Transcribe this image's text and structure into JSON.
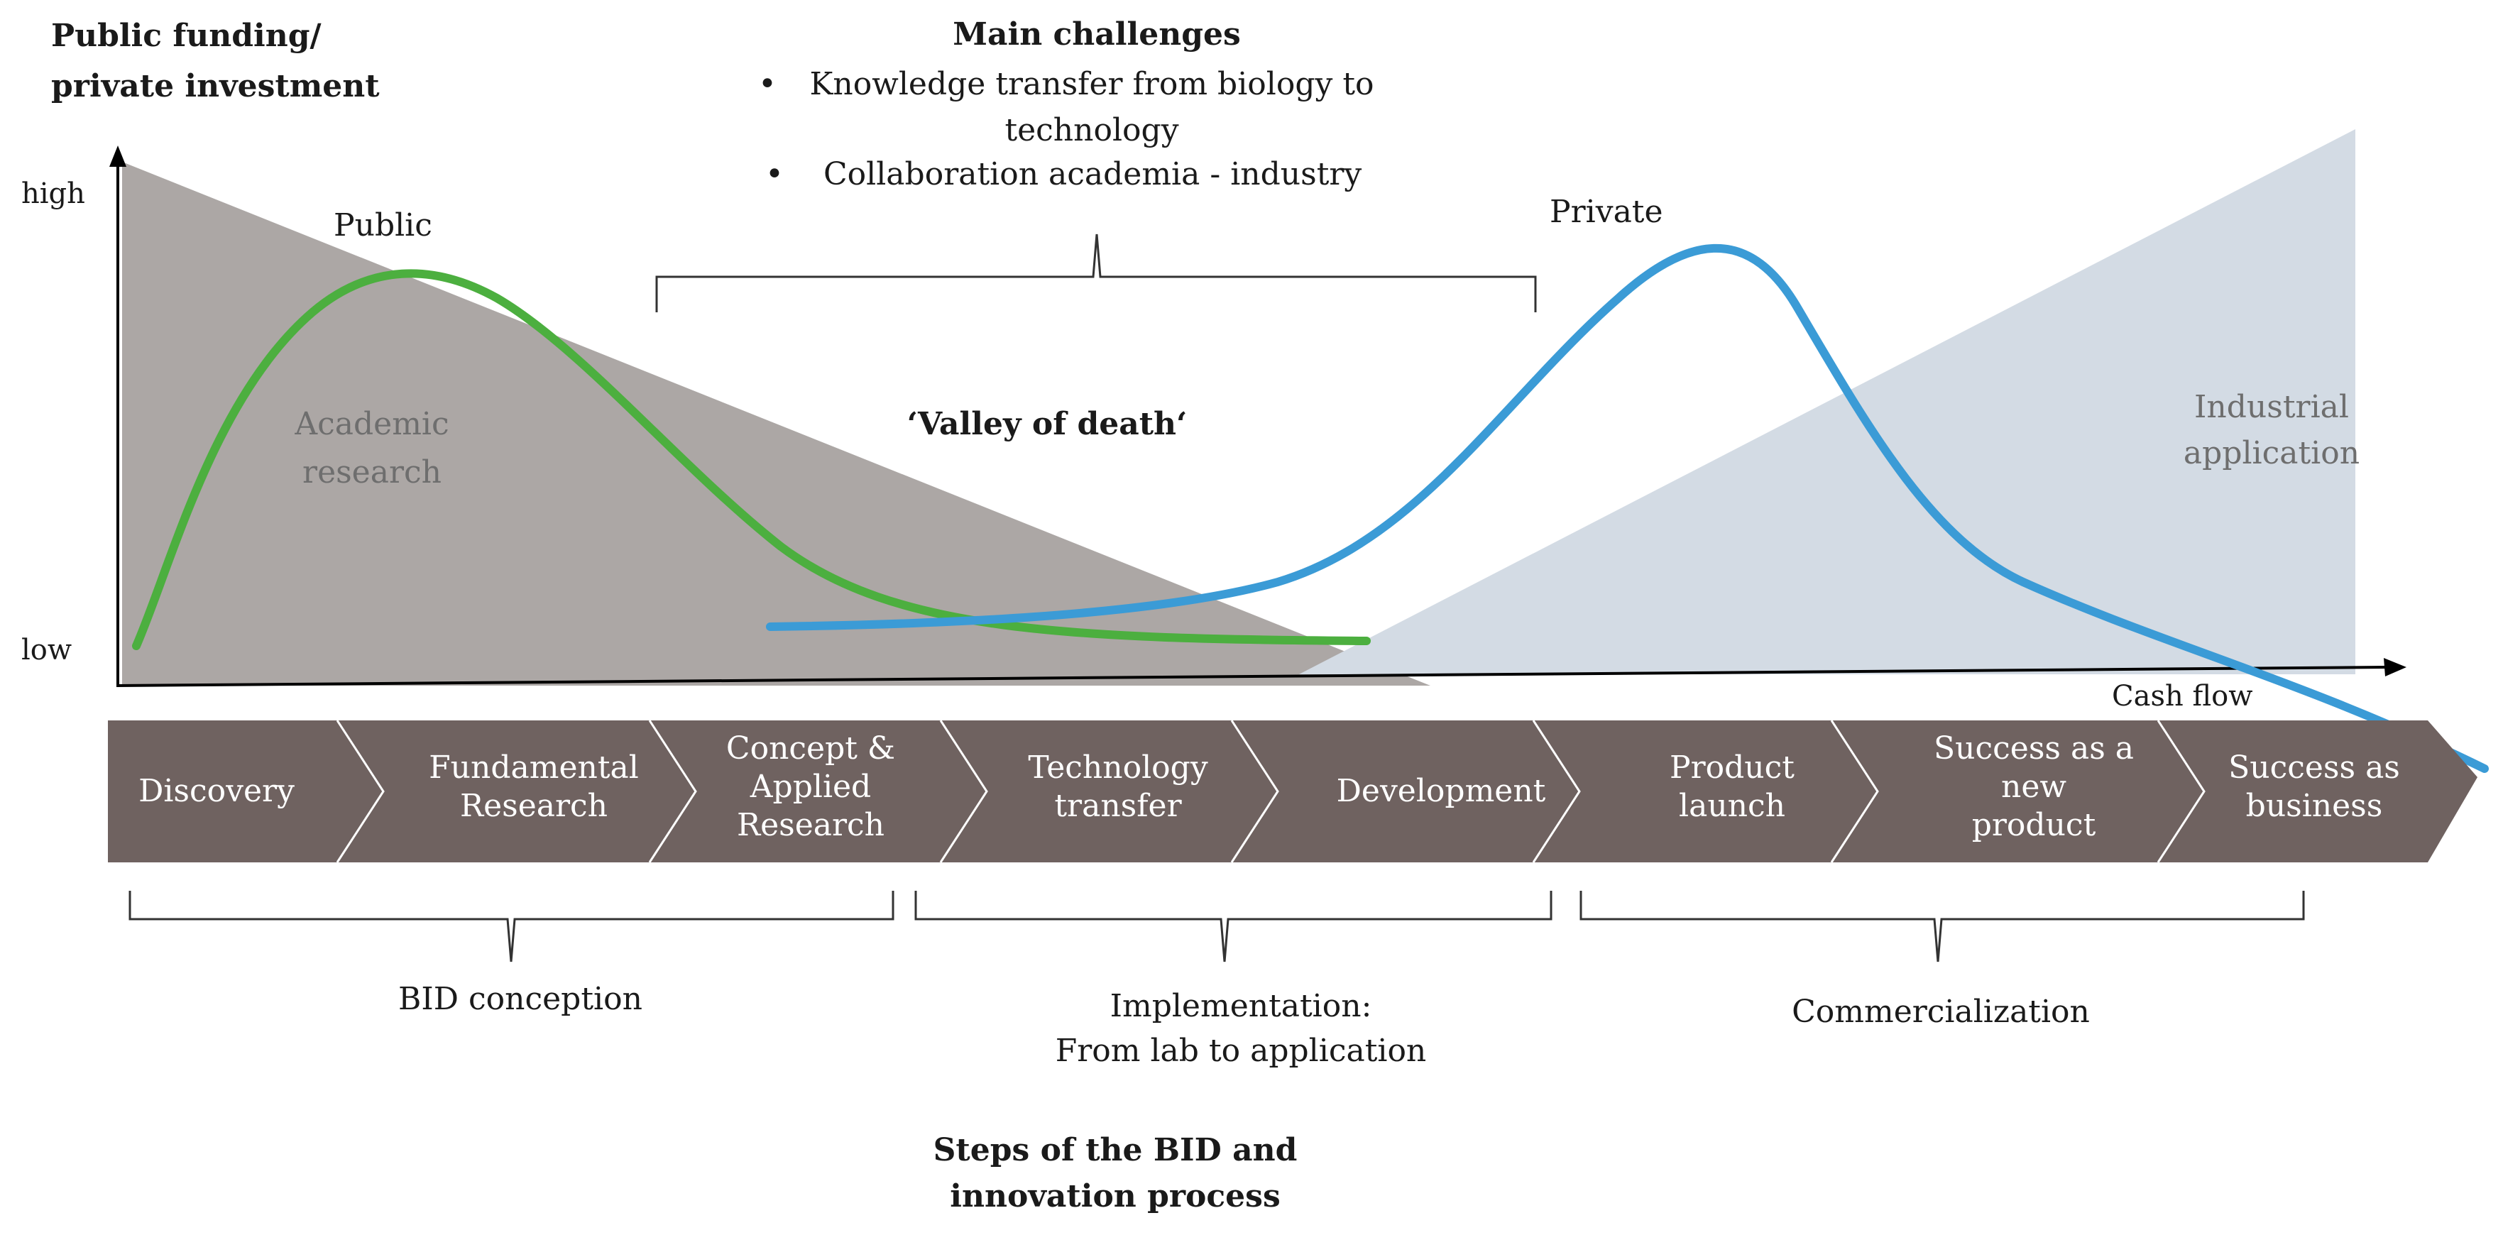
{
  "axis": {
    "y_title_line1": "Public funding/",
    "y_title_line2": "private investment",
    "y_high": "high",
    "y_low": "low",
    "x_label": "Cash flow"
  },
  "challenges": {
    "title": "Main challenges",
    "items": [
      "Knowledge transfer from biology to technology",
      "Collaboration academia - industry"
    ],
    "item1_line1": "Knowledge transfer from biology to",
    "item1_line2": "technology"
  },
  "curves": {
    "public_label": "Public",
    "private_label": "Private",
    "public_color": "#4caf3f",
    "private_color": "#3b9bd6"
  },
  "regions": {
    "academic_line1": "Academic",
    "academic_line2": "research",
    "industrial_line1": "Industrial",
    "industrial_line2": "application",
    "valley": "‘Valley of death‘",
    "academic_color": "#aca7a5",
    "industrial_color": "#d3dbe4"
  },
  "steps": {
    "color": "#6f6260",
    "items": [
      {
        "lines": [
          "Discovery"
        ]
      },
      {
        "lines": [
          "Fundamental",
          "Research"
        ]
      },
      {
        "lines": [
          "Concept &",
          "Applied",
          "Research"
        ]
      },
      {
        "lines": [
          "Technology",
          "transfer"
        ]
      },
      {
        "lines": [
          "Development"
        ]
      },
      {
        "lines": [
          "Product",
          "launch"
        ]
      },
      {
        "lines": [
          "Success as a",
          "new",
          "product"
        ]
      },
      {
        "lines": [
          "Success as",
          "business"
        ]
      }
    ]
  },
  "phases": {
    "conception": "BID conception",
    "implementation_line1": "Implementation:",
    "implementation_line2": "From lab to application",
    "commercialization": "Commercialization"
  },
  "footer": {
    "line1": "Steps of the BID and",
    "line2": "innovation process"
  }
}
